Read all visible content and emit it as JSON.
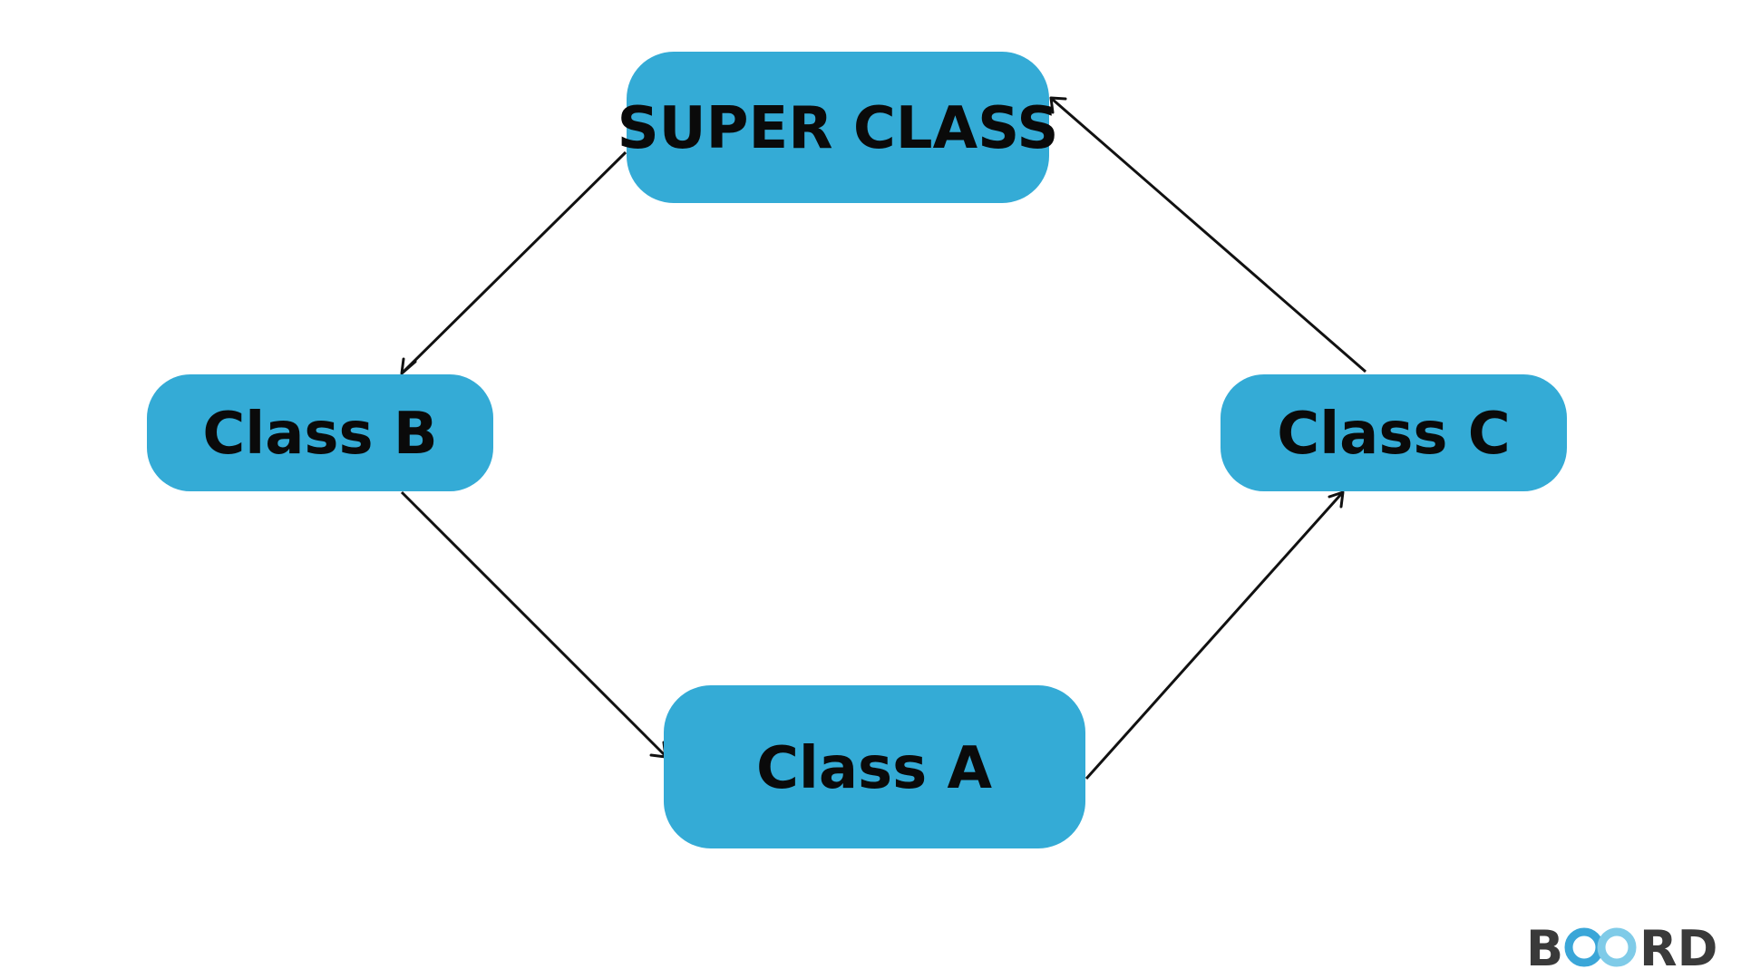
{
  "diagram": {
    "nodes": {
      "super": {
        "label": "SUPER CLASS"
      },
      "b": {
        "label": "Class B"
      },
      "c": {
        "label": "Class C"
      },
      "a": {
        "label": "Class A"
      }
    },
    "edges": [
      {
        "from": "SUPER CLASS",
        "to": "Class B"
      },
      {
        "from": "Class B",
        "to": "Class A"
      },
      {
        "from": "Class A",
        "to": "Class C"
      },
      {
        "from": "Class C",
        "to": "SUPER CLASS"
      }
    ]
  },
  "logo": {
    "letter_b": "B",
    "letters_rd": "RD",
    "loop_colors": [
      "#3aa6d8",
      "#7fcbe8"
    ]
  },
  "colors": {
    "node_fill": "#34abd6",
    "text": "#0a0a0a",
    "edge": "#111111"
  }
}
